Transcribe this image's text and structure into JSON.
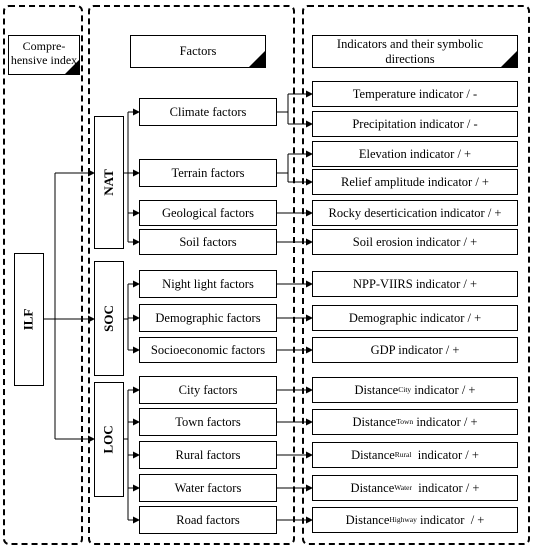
{
  "headers": {
    "comprehensive_index": "Compre-\nhensive index",
    "factors": "Factors",
    "indicators": "Indicators and their symbolic directions"
  },
  "root": "ILF",
  "groups": [
    {
      "id": "nat",
      "label": "NAT"
    },
    {
      "id": "soc",
      "label": "SOC"
    },
    {
      "id": "loc",
      "label": "LOC"
    }
  ],
  "factors": [
    "Climate factors",
    "Terrain factors",
    "Geological factors",
    "Soil factors",
    "Night light factors",
    "Demographic factors",
    "Socioeconomic factors",
    "City factors",
    "Town  factors",
    "Rural factors",
    "Water factors",
    "Road  factors"
  ],
  "indicators": [
    {
      "main": "Temperature indicator / -"
    },
    {
      "main": "Precipitation  indicator / -"
    },
    {
      "main": "Elevation  indicator / +"
    },
    {
      "main": "Relief amplitude  indicator / +"
    },
    {
      "main": "Rocky deserticication indicator / +"
    },
    {
      "main": "Soil erosion  indicator / +"
    },
    {
      "main": "NPP-VIIRS  indicator / +"
    },
    {
      "main": "Demographic indicator / +"
    },
    {
      "main": "GDP  indicator / +"
    },
    {
      "main": "Distance",
      "sub": "City",
      "rest": " indicator / +"
    },
    {
      "main": "Distance",
      "sub": "Town",
      "rest": " indicator / +"
    },
    {
      "main": "Distance",
      "sub": "Rural",
      "rest": "  indicator / +"
    },
    {
      "main": "Distance",
      "sub": "Water",
      "rest": "  indicator / +"
    },
    {
      "main": "Distance",
      "sub": "Highway",
      "rest": " indicator  / +"
    }
  ]
}
